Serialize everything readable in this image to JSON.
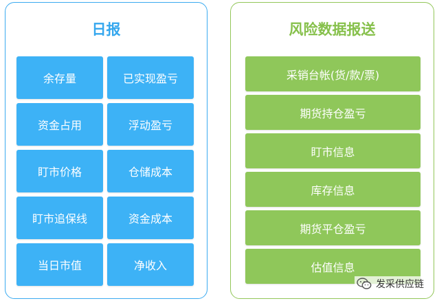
{
  "left_panel": {
    "title": "日报",
    "items": [
      "余存量",
      "已实现盈亏",
      "资金占用",
      "浮动盈亏",
      "盯市价格",
      "仓储成本",
      "盯市追保线",
      "资金成本",
      "当日市值",
      "净收入"
    ]
  },
  "right_panel": {
    "title": "风险数据报送",
    "items": [
      "采销台帐(货/款/票)",
      "期货持仓盈亏",
      "盯市信息",
      "库存信息",
      "期货平仓盈亏",
      "估值信息"
    ]
  },
  "watermark": {
    "text": "发采供应链",
    "icon": "wechat-icon"
  },
  "colors": {
    "blue_accent": "#3db2f6",
    "blue_border": "#3aaaf0",
    "green_accent": "#8fc75a",
    "green_border": "#92c658"
  }
}
